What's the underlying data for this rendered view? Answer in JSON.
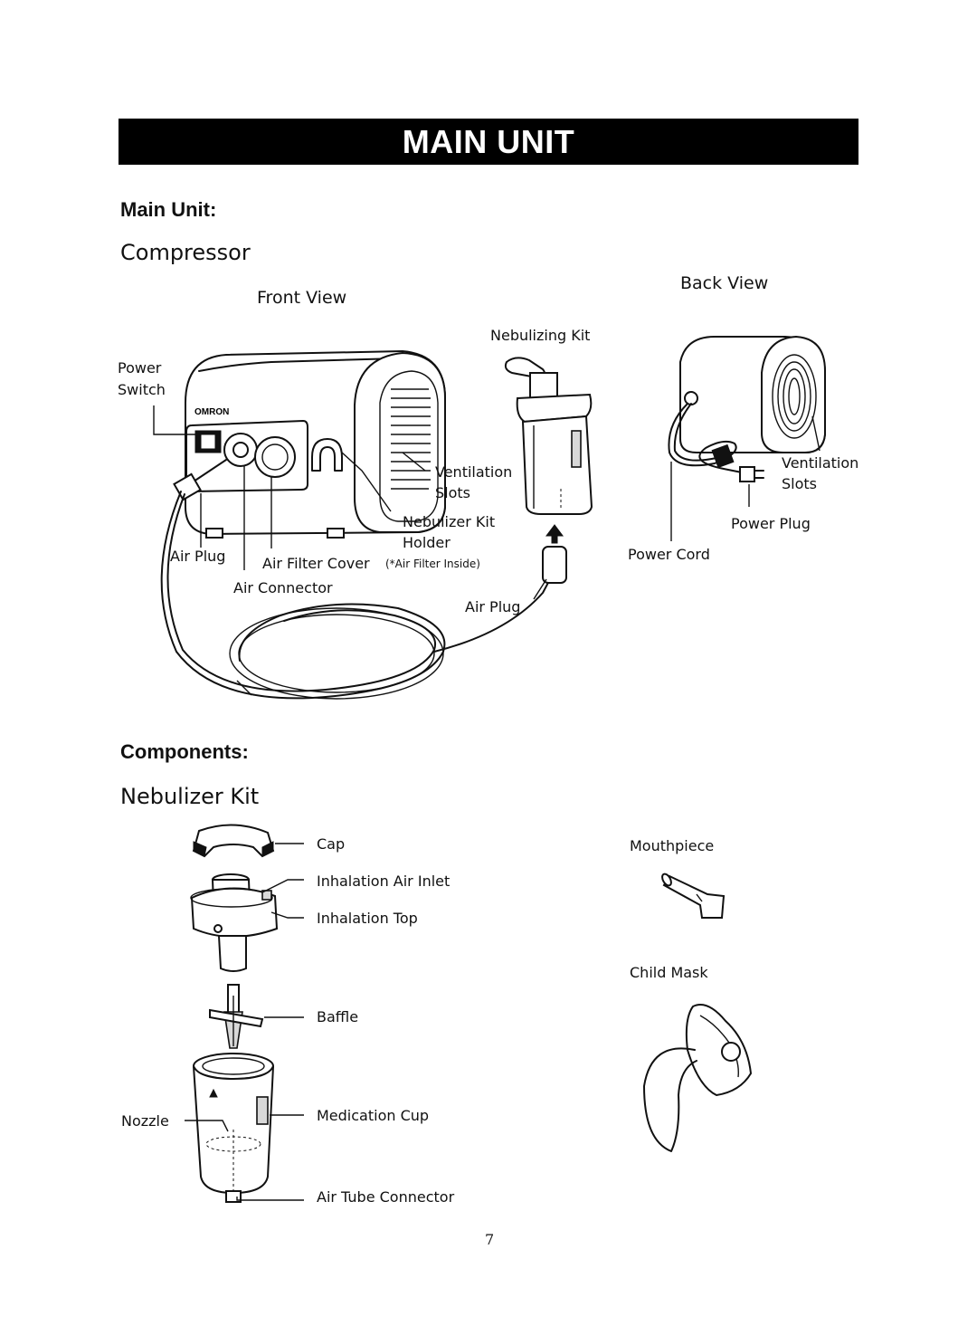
{
  "banner": {
    "title": "MAIN UNIT"
  },
  "main_unit": {
    "heading": "Main Unit:",
    "subheading": "Compressor",
    "front_view": {
      "title": "Front View",
      "labels": {
        "power_switch_1": "Power",
        "power_switch_2": "Switch",
        "nebulizing_kit": "Nebulizing Kit",
        "ventilation_1": "Ventilation",
        "ventilation_2": "Slots",
        "nebulizer_kit_holder_1": "Nebulizer Kit",
        "nebulizer_kit_holder_2": "Holder",
        "air_plug_left": "Air Plug",
        "air_filter_cover": "Air Filter Cover",
        "air_filter_note": "(*Air Filter Inside)",
        "air_connector": "Air Connector",
        "air_plug_right": "Air Plug"
      }
    },
    "back_view": {
      "title": "Back View",
      "labels": {
        "ventilation_1": "Ventilation",
        "ventilation_2": "Slots",
        "power_plug": "Power Plug",
        "power_cord": "Power Cord"
      }
    }
  },
  "components": {
    "heading": "Components:",
    "subheading": "Nebulizer Kit",
    "labels": {
      "cap": "Cap",
      "inhalation_air_inlet": "Inhalation Air Inlet",
      "inhalation_top": "Inhalation Top",
      "baffle": "Baffle",
      "nozzle": "Nozzle",
      "medication_cup": "Medication Cup",
      "air_tube_connector": "Air Tube Connector",
      "mouthpiece": "Mouthpiece",
      "child_mask": "Child Mask"
    }
  },
  "page": {
    "number": "7"
  }
}
